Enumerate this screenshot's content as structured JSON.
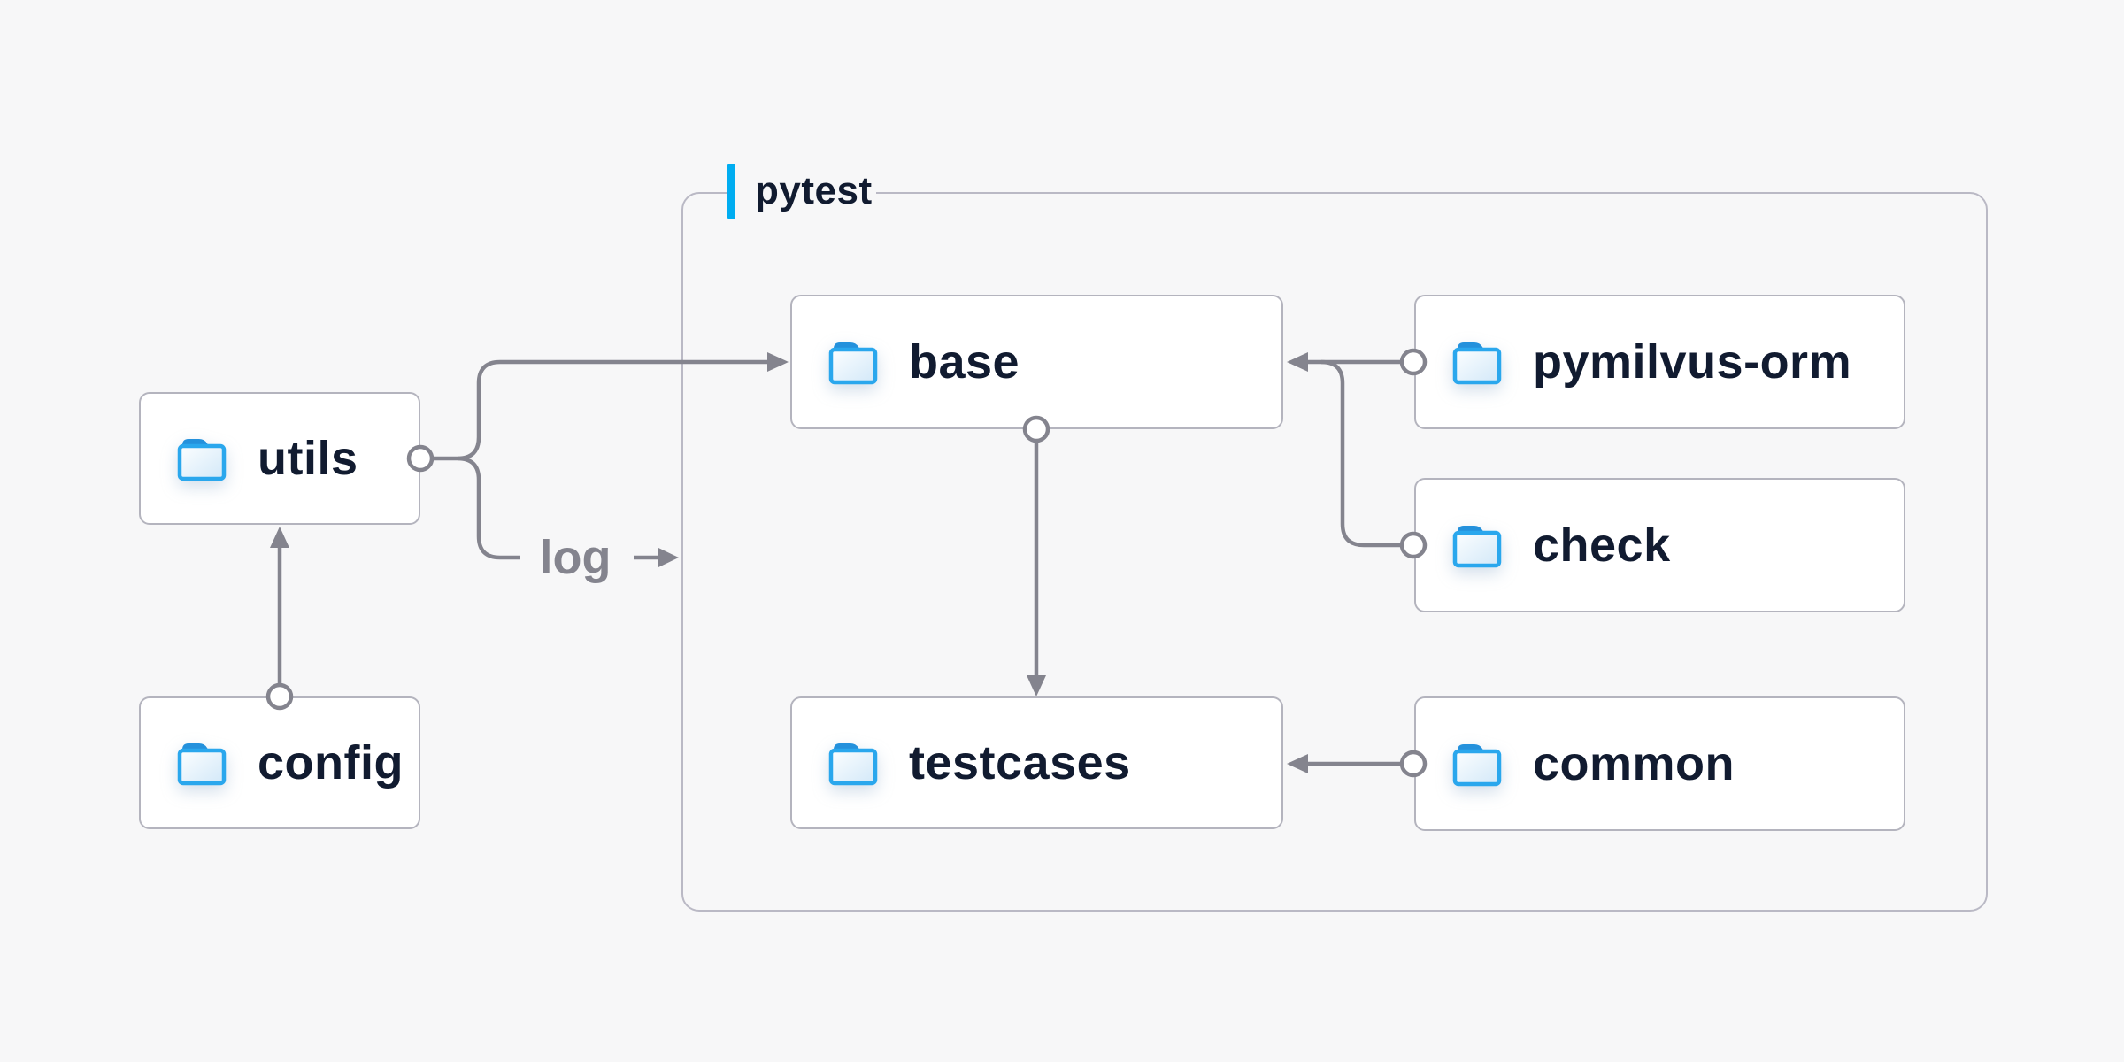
{
  "diagram": {
    "container_label": "pytest",
    "log_label": "log",
    "nodes": {
      "utils": {
        "label": "utils",
        "icon": "folder-icon"
      },
      "config": {
        "label": "config",
        "icon": "folder-icon"
      },
      "base": {
        "label": "base",
        "icon": "folder-icon"
      },
      "pymilvus_orm": {
        "label": "pymilvus-orm",
        "icon": "folder-icon"
      },
      "check": {
        "label": "check",
        "icon": "folder-icon"
      },
      "testcases": {
        "label": "testcases",
        "icon": "folder-icon"
      },
      "common": {
        "label": "common",
        "icon": "folder-icon"
      }
    },
    "edges": [
      {
        "from": "config",
        "to": "utils"
      },
      {
        "from": "utils",
        "to": "base"
      },
      {
        "from": "utils",
        "to": "pytest-container",
        "label": "log"
      },
      {
        "from": "pymilvus-orm",
        "to": "base"
      },
      {
        "from": "check",
        "to": "base"
      },
      {
        "from": "base",
        "to": "testcases"
      },
      {
        "from": "common",
        "to": "testcases"
      }
    ],
    "colors": {
      "background": "#f7f7f8",
      "node_fill": "#ffffff",
      "node_border": "#b4b4be",
      "container_border": "#bab9c5",
      "connector": "#84848e",
      "text": "#111b30",
      "muted_text": "#84848e",
      "accent_bar": "#00adf1",
      "folder_stroke": "#2aa7ed",
      "folder_tab": "#2491dc"
    }
  }
}
